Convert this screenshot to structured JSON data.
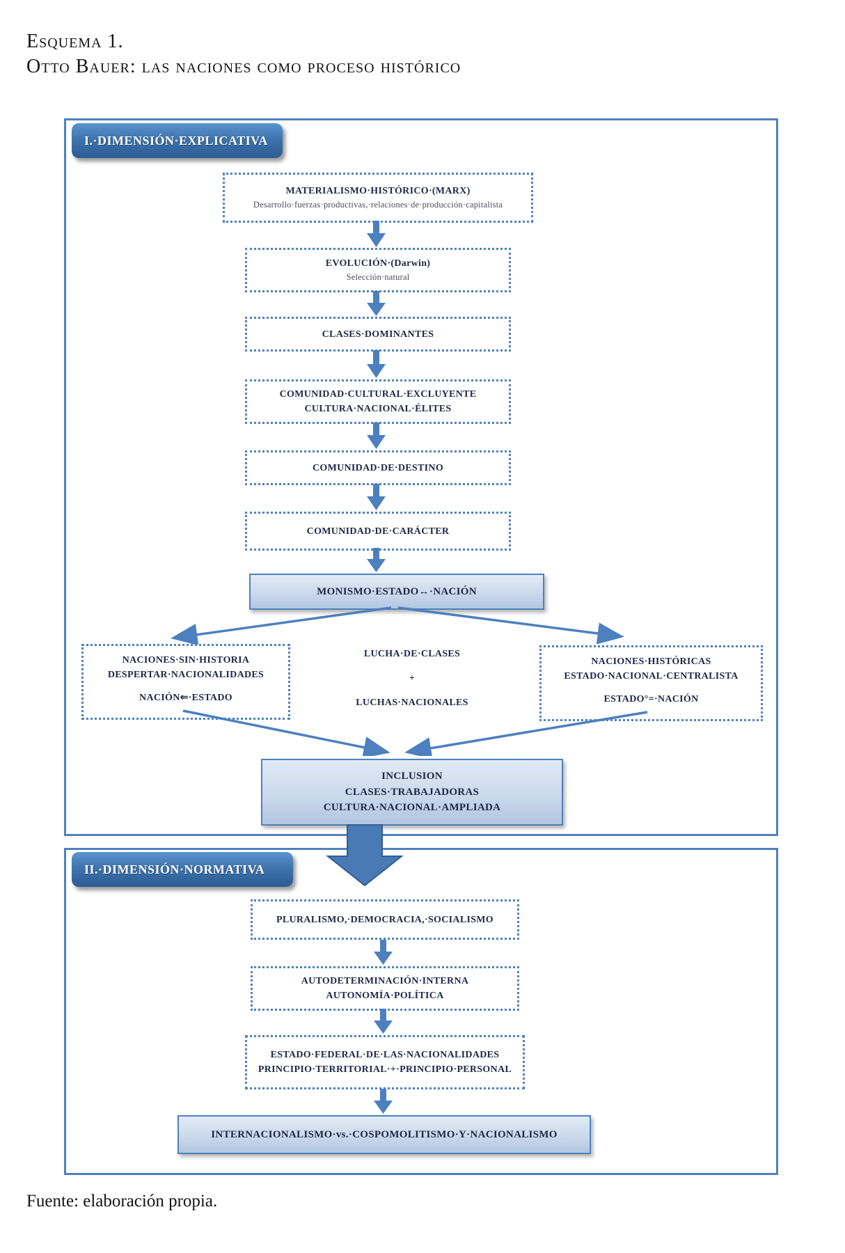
{
  "page": {
    "title_line1": "Esquema 1.",
    "title_line2": "Otto Bauer: las naciones como proceso histórico",
    "source_note": "Fuente: elaboración propia."
  },
  "colors": {
    "accent_blue": "#4f81bd",
    "tab_blue_top": "#5b94d0",
    "tab_blue_bottom": "#2b5c92",
    "solid_box_top": "#e2ebf6",
    "solid_box_bottom": "#b2c6e1",
    "box_text": "#22294a",
    "arrow_blue": "#4c80bf"
  },
  "section1": {
    "tab_label": "I.·DIMENSIÓN·EXPLICATIVA",
    "chain": [
      {
        "title": "MATERIALISMO·HISTÓRICO·(MARX)",
        "subtitle": "Desarrollo·fuerzas·productivas,·relaciones·de·producción·capitalista"
      },
      {
        "title": "EVOLUCIÓN·(Darwin)",
        "subtitle": "Selección·natural"
      },
      {
        "title": "CLASES·DOMINANTES"
      },
      {
        "title": "COMUNIDAD·CULTURAL·EXCLUYENTE",
        "title2": "CULTURA·NACIONAL·ÉLITES"
      },
      {
        "title": "COMUNIDAD·DE·DESTINO"
      },
      {
        "title": "COMUNIDAD·DE·CARÁCTER"
      }
    ],
    "monism_box": "MONISMO·ESTADO↔·NACIÓN",
    "branch_left": {
      "line1": "NACIONES·SIN·HISTORIA",
      "line2": "DESPERTAR·NACIONALIDADES",
      "line3": "NACIÓN⇐·ESTADO"
    },
    "branch_center": {
      "line1": "LUCHA·DE·CLASES",
      "line2": "+",
      "line3": "LUCHAS·NACIONALES"
    },
    "branch_right": {
      "line1": "NACIONES·HISTÓRICAS",
      "line2": "ESTADO·NACIONAL·CENTRALISTA",
      "line3": "ESTADO°=·NACIÓN"
    },
    "inclusion_box": {
      "line1": "INCLUSION",
      "line2": "CLASES·TRABAJADORAS",
      "line3": "CULTURA·NACIONAL·AMPLIADA"
    }
  },
  "section2": {
    "tab_label": "II.·DIMENSIÓN·NORMATIVA",
    "chain": [
      {
        "title": "PLURALISMO,·DEMOCRACIA,·SOCIALISMO"
      },
      {
        "title": "AUTODETERMINACIÓN·INTERNA",
        "title2": "AUTONOMÍA·POLÍTICA"
      },
      {
        "title": "ESTADO·FEDERAL·DE·LAS·NACIONALIDADES",
        "title2": "PRINCIPIO·TERRITORIAL·+·PRINCIPIO·PERSONAL"
      }
    ],
    "final_box": "INTERNACIONALISMO·vs.·COSPOMOLITISMO·Y·NACIONALISMO"
  }
}
